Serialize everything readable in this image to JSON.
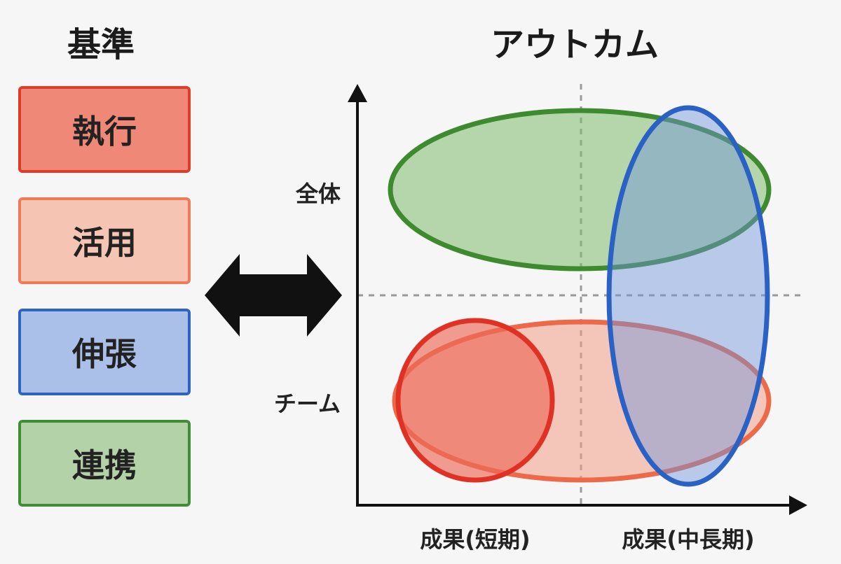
{
  "titles": {
    "criteria": "基準",
    "outcome": "アウトカム"
  },
  "criteria": [
    {
      "label": "執行",
      "fill": "#f08878",
      "border": "#e03a28"
    },
    {
      "label": "活用",
      "fill": "#f6c4b2",
      "border": "#ee7a5a"
    },
    {
      "label": "伸張",
      "fill": "#aac0e8",
      "border": "#2d63c6"
    },
    {
      "label": "連携",
      "fill": "#b3d2a8",
      "border": "#3f8e35"
    }
  ],
  "axis": {
    "y_top": "全体",
    "y_bottom": "チーム",
    "x_left": "成果(短期)",
    "x_right": "成果(中長期)"
  },
  "colors": {
    "axis": "#111111",
    "guide": "#9a9a9a",
    "green_fill": "#7fba6b",
    "green_stroke": "#3d8b2e",
    "blue_fill": "#6f93dc",
    "blue_stroke": "#2a61c4",
    "orange_fill": "#f29f86",
    "orange_stroke": "#ec6a4a",
    "red_fill": "#ec6a58",
    "red_stroke": "#e03224",
    "arrow": "#111111"
  },
  "icons": {
    "double_arrow": "left-right-double-arrow-icon"
  }
}
